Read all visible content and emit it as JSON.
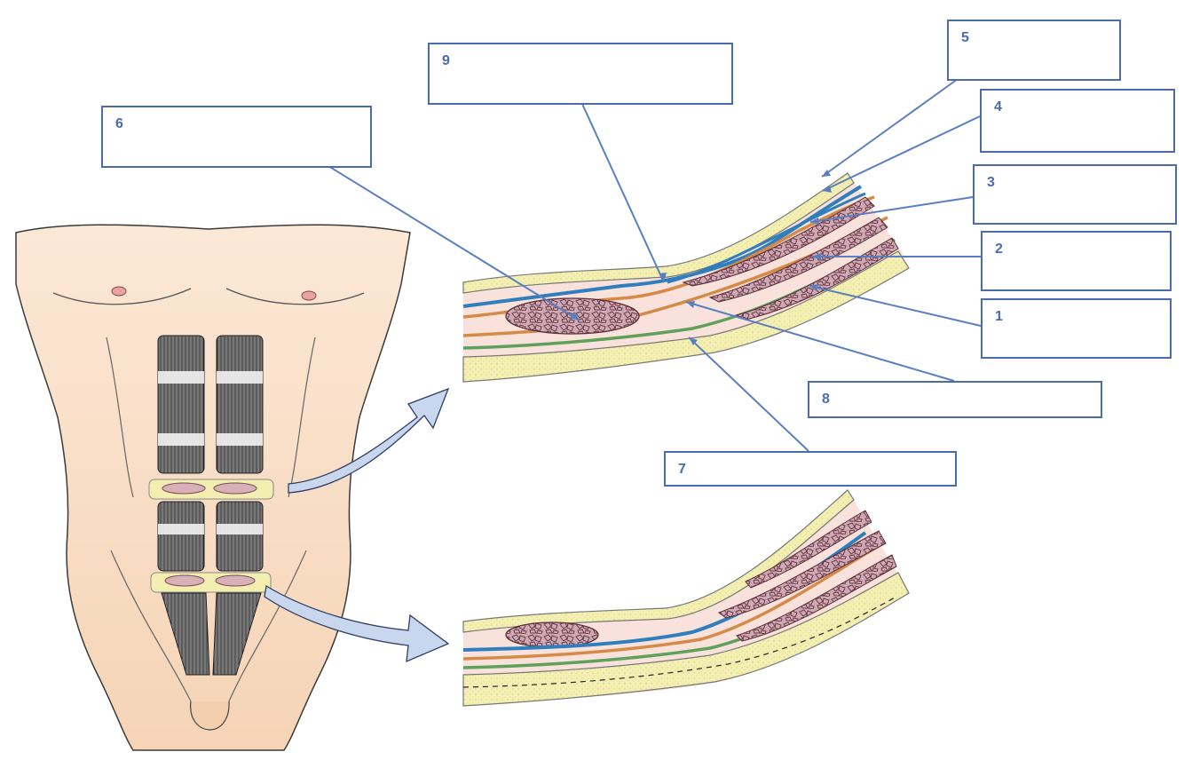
{
  "diagram": {
    "labels": [
      {
        "number": "1"
      },
      {
        "number": "2"
      },
      {
        "number": "3"
      },
      {
        "number": "4"
      },
      {
        "number": "5"
      },
      {
        "number": "6"
      },
      {
        "number": "7"
      },
      {
        "number": "8"
      },
      {
        "number": "9"
      }
    ],
    "colors": {
      "leader_line": "#5a7fc0",
      "box_border": "#4a6cae",
      "skin": "#f7dcc4",
      "muscle": "#c9a2ad",
      "fat": "#f3efb0",
      "fascia_blue": "#2f7fbf",
      "fascia_orange": "#d58a48",
      "fascia_green": "#5fa15a",
      "arrow_fill": "#c9d7ee"
    }
  }
}
